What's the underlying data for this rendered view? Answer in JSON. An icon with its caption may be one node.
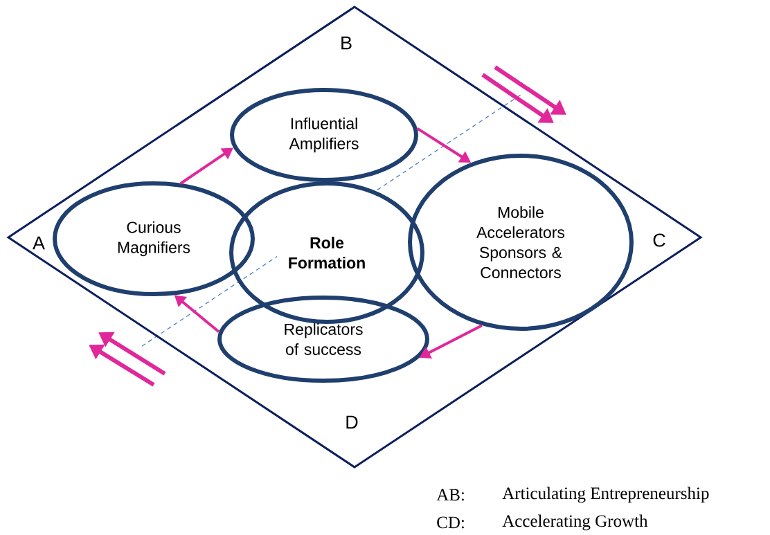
{
  "diagram": {
    "nodes": [
      {
        "text": [
          "B",
          "A",
          "C",
          "D"
        ]
      },
      {
        "text": [
          "Curious Magnifiers"
        ],
        "in": 0
      },
      {
        "text": [
          "Influential Amplifiers"
        ],
        "in": 0
      },
      {
        "text": [
          "Role Formation"
        ],
        "in": 0
      },
      {
        "text": [
          "Mobile Accelerators Sponsors & Connectors"
        ],
        "in": 0
      },
      {
        "text": [
          "Replicators of success"
        ],
        "in": 0
      }
    ],
    "edges": [
      {
        "from": 1,
        "to": 2,
        "arrow": "to"
      },
      {
        "from": 2,
        "to": 4,
        "arrow": "to"
      },
      {
        "from": 4,
        "to": 5,
        "arrow": "to"
      },
      {
        "from": 5,
        "to": 1,
        "arrow": "to"
      }
    ],
    "labels": [
      "AB:",
      "Articulating Entrepreneurship",
      "CD:",
      "Accelerating Growth"
    ]
  }
}
